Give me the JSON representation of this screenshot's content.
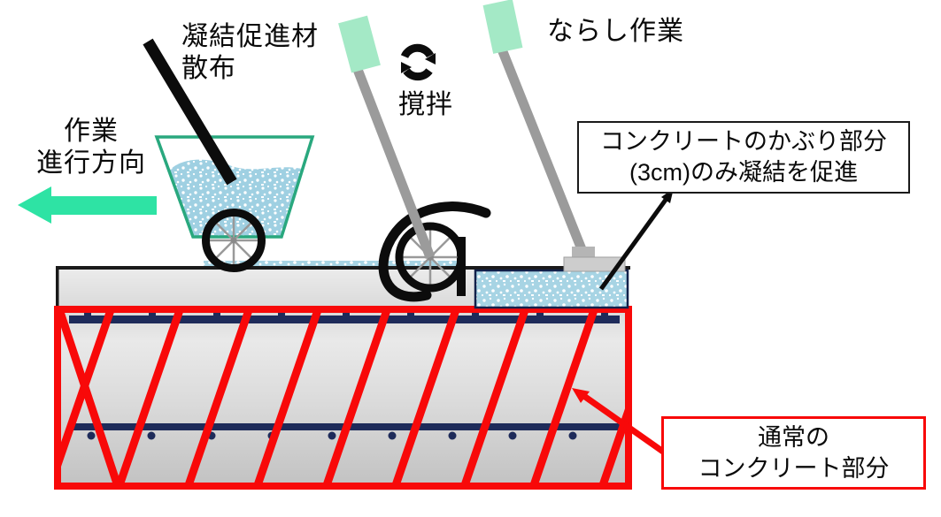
{
  "diagram": {
    "labels": {
      "work_direction": "作業\n進行方向",
      "spreader": "凝結促進材\n散布",
      "mixing": "撹拌",
      "leveling": "ならし作業"
    },
    "callouts": {
      "kaburi": "コンクリートのかぶり部分\n(3cm)のみ凝結を促進",
      "normal": "通常の\nコンクリート部分"
    },
    "icons": {
      "rotate": "rotate-arrows-icon"
    },
    "colors": {
      "arrow_green": "#2ee3a4",
      "cart_outline_green": "#29a87e",
      "tool_grip_mint": "#a4e9c6",
      "tool_rod_gray": "#9b9b9b",
      "accelerator_blue": "#a7d4e4",
      "rebar_navy": "#1e2b5a",
      "hatch_red": "#f80909",
      "concrete_gray_light": "#e9e9e9",
      "concrete_gray_dark": "#c2c2c2",
      "callout_border_black": "#1a1a1a",
      "callout_border_red": "#f80909"
    }
  }
}
